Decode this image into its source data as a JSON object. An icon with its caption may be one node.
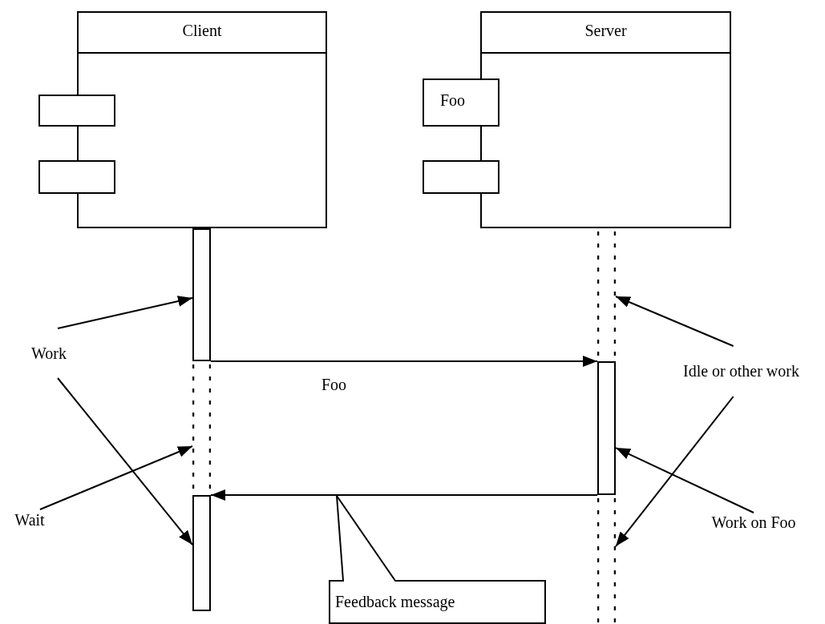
{
  "diagram": {
    "nodes": [
      {
        "text": [
          "Client"
        ]
      },
      {
        "text": [],
        "shape": "box"
      },
      {
        "text": [],
        "shape": "box"
      },
      {
        "text": [
          "Server"
        ]
      },
      {
        "text": [
          "Foo"
        ]
      },
      {
        "text": [],
        "shape": "box"
      },
      {
        "text": [],
        "shape": "bar"
      },
      {
        "text": [],
        "shape": "bar"
      },
      {
        "text": [],
        "shape": "bar"
      },
      {
        "text": [],
        "shape": "line"
      },
      {
        "text": [],
        "shape": "line"
      },
      {
        "text": [],
        "shape": "line"
      },
      {
        "text": [
          "Work"
        ]
      },
      {
        "text": [
          "Wait"
        ]
      },
      {
        "text": [
          "Idle or other work"
        ]
      },
      {
        "text": [
          "Work on Foo"
        ]
      },
      {
        "text": [
          "Feedback message"
        ]
      }
    ],
    "edges": [
      {
        "from": 6,
        "to": 8,
        "arrow": "to",
        "label": "Foo"
      },
      {
        "from": 8,
        "to": 7,
        "arrow": "to"
      },
      {
        "from": 12,
        "to": 6,
        "arrow": "to"
      },
      {
        "from": 12,
        "to": 7,
        "arrow": "to"
      },
      {
        "from": 13,
        "to": 9,
        "arrow": "to"
      },
      {
        "from": 14,
        "to": 10,
        "arrow": "to"
      },
      {
        "from": 14,
        "to": 11,
        "arrow": "to"
      },
      {
        "from": 15,
        "to": 8,
        "arrow": "to"
      }
    ]
  }
}
